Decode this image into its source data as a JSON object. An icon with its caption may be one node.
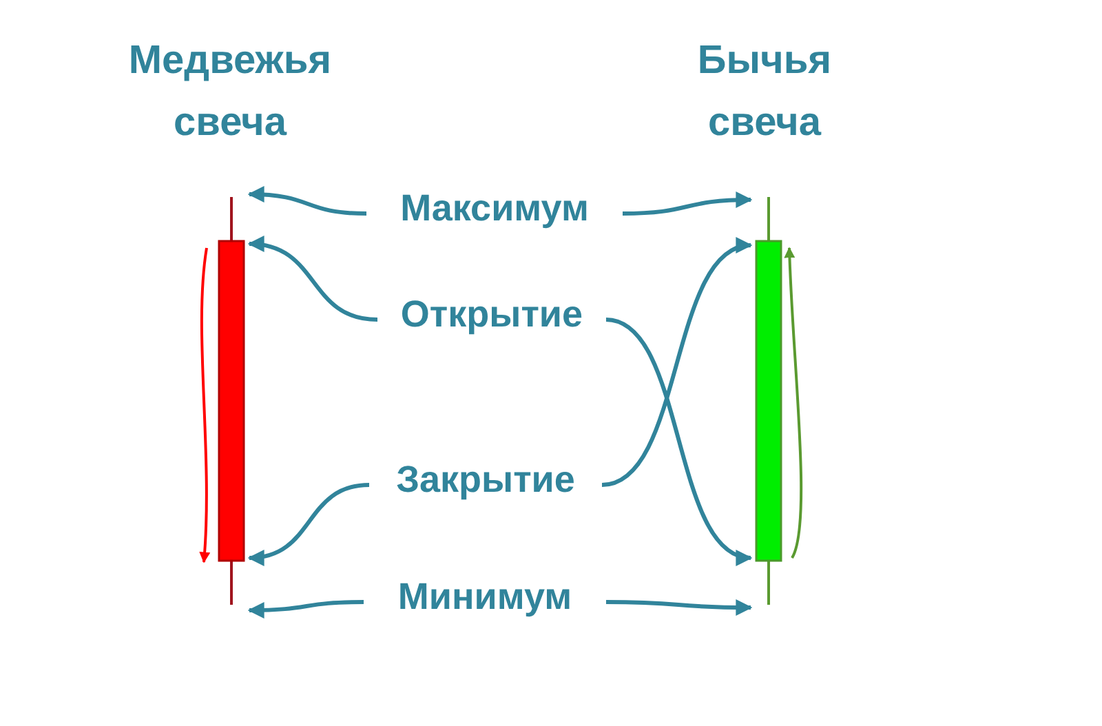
{
  "diagram": {
    "nodes": [
      {
        "text": [
          "Максимум"
        ]
      },
      {
        "text": [
          "Открытие"
        ]
      },
      {
        "text": [
          "Закрытие"
        ]
      },
      {
        "text": [
          "Минимум"
        ]
      },
      {
        "text": [],
        "shape": "bar"
      },
      {
        "text": [],
        "shape": "bar"
      }
    ],
    "edges": [
      {
        "from": 0,
        "to": 4,
        "arrow": "to"
      },
      {
        "from": 0,
        "to": 5,
        "arrow": "to"
      },
      {
        "from": 1,
        "to": 4,
        "arrow": "to"
      },
      {
        "from": 1,
        "to": 5,
        "arrow": "to"
      },
      {
        "from": 2,
        "to": 4,
        "arrow": "to"
      },
      {
        "from": 2,
        "to": 5,
        "arrow": "to"
      },
      {
        "from": 3,
        "to": 4,
        "arrow": "to"
      },
      {
        "from": 3,
        "to": 5,
        "arrow": "to"
      }
    ],
    "labels": [
      "Медвежья свеча",
      "Бычья свеча"
    ]
  }
}
